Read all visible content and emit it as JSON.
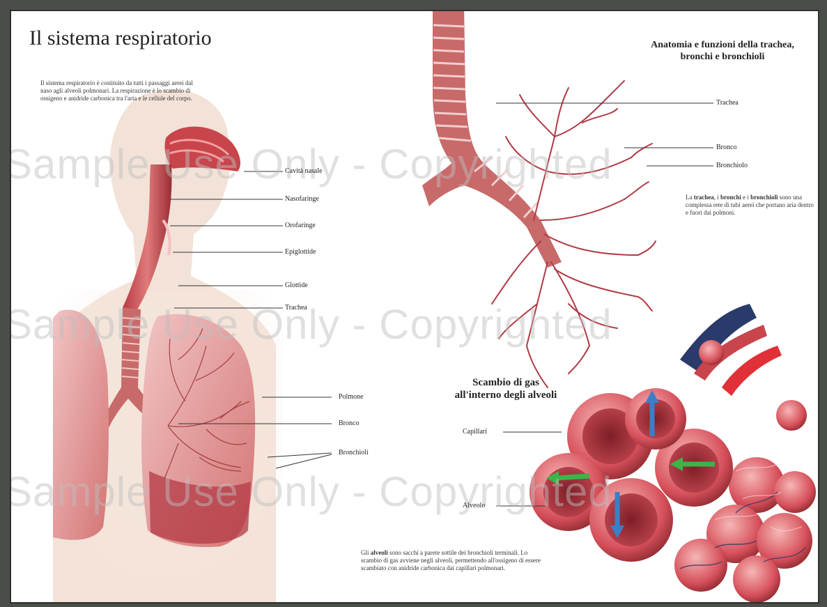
{
  "title": "Il sistema respiratorio",
  "intro_text": "Il sistema respiratorio è costituito da tutti i passaggi aerei dal naso agli alveoli polmonari. La respirazione è lo scambio di ossigeno e anidride carbonica tra l'aria e le cellule del corpo.",
  "labels_left": [
    "Cavità nasale",
    "Nasofaringe",
    "Orofaringe",
    "Epiglottide",
    "Glottide",
    "Trachea",
    "Polmone",
    "Bronco",
    "Bronchioli"
  ],
  "right_header": "Anatomia e funzioni della trachea, bronchi e bronchioli",
  "labels_right": [
    "Trachea",
    "Bronco",
    "Bronchiolo"
  ],
  "trachea_desc": {
    "p1": "La ",
    "b1": "trachea",
    "p2": ", i ",
    "b2": "bronchi",
    "p3": " e i ",
    "b3": "bronchioli",
    "p4": " sono una complessa rete di tubi aerei che portano aria dentro e fuori dai polmoni."
  },
  "gas_header": "Scambio di gas all'interno degli alveoli",
  "labels_alveoli": [
    "Capillari",
    "Alveolo"
  ],
  "alveoli_desc": {
    "p1": "Gli ",
    "b1": "alveoli",
    "p2": " sono sacchi a parete sottile dei bronchioli terminali. Lo scambio di gas avviene negli alveoli, permettendo all'ossigeno di essere scambiato con anidride carbonica dai capillari polmonari."
  },
  "watermark": "Sample Use Only - Copyrighted",
  "colors": {
    "frame": "#4a4e48",
    "tissue": "#c8454b",
    "tissue_dark": "#8e2a30",
    "skin": "#f1ddd0",
    "vein": "#2a3a6a",
    "oxygen_arrow": "#3bb54a",
    "co2_arrow": "#3a7fc8"
  }
}
